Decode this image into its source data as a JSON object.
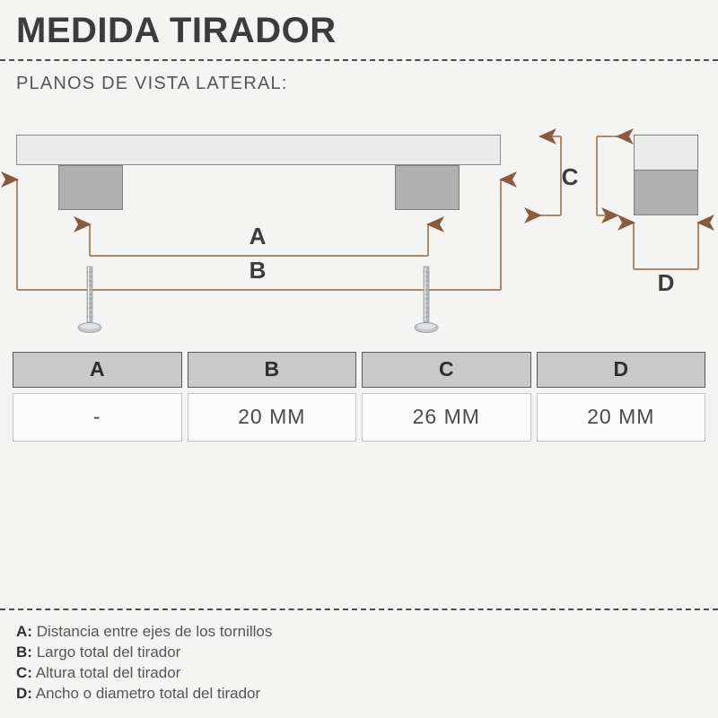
{
  "header": {
    "title": "MEDIDA TIRADOR",
    "subtitle": "PLANOS DE VISTA LATERAL:"
  },
  "diagram": {
    "dimension_labels": {
      "a": "A",
      "b": "B",
      "c": "C",
      "d": "D"
    },
    "colors": {
      "arrow": "#9a6a4a",
      "bar_fill": "#ebebeb",
      "leg_fill": "#b0b0b0",
      "outline": "#7e7e7e",
      "background": "#f4f4f3"
    }
  },
  "table": {
    "headers": [
      "A",
      "B",
      "C",
      "D"
    ],
    "values": [
      "-",
      "20 MM",
      "26 MM",
      "20 MM"
    ]
  },
  "legend": [
    {
      "key": "A:",
      "text": "Distancia entre ejes de los tornillos"
    },
    {
      "key": "B:",
      "text": "Largo total del tirador"
    },
    {
      "key": "C:",
      "text": "Altura total del tirador"
    },
    {
      "key": "D:",
      "text": "Ancho o diametro total del tirador"
    }
  ]
}
